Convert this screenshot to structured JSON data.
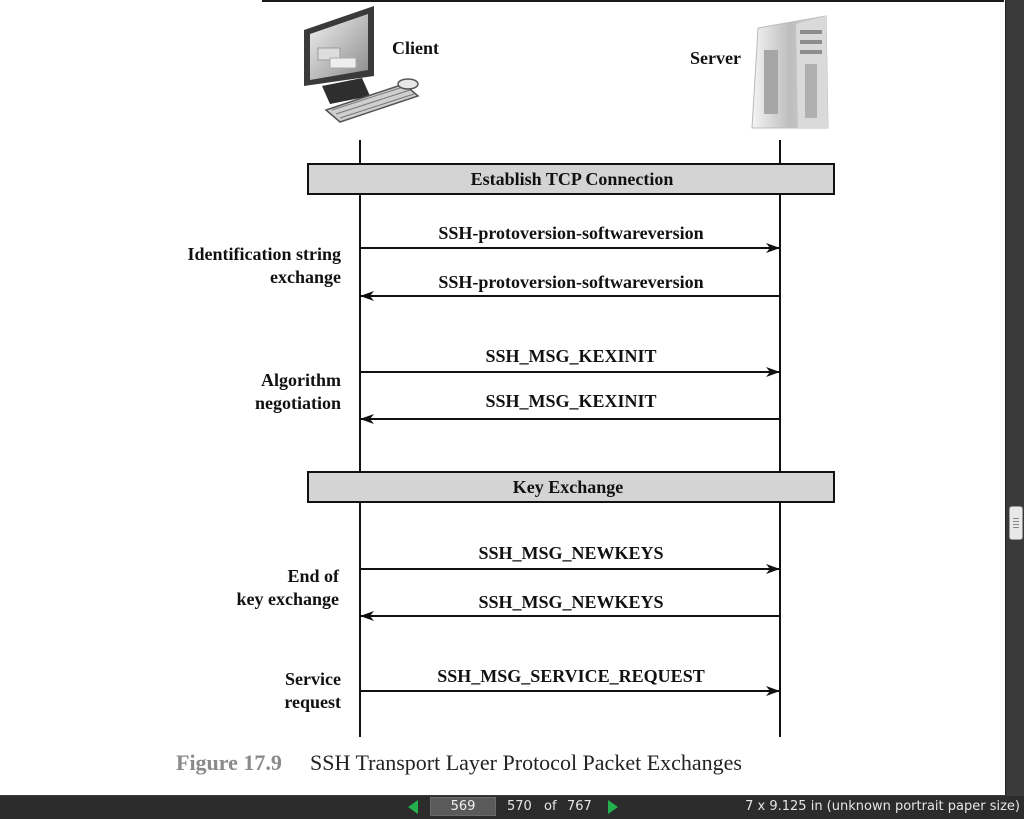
{
  "diagram": {
    "client_label": "Client",
    "server_label": "Server",
    "bars": [
      {
        "label": "Establish TCP Connection"
      },
      {
        "label": "Key Exchange"
      }
    ],
    "phases": [
      {
        "line1": "Identification string",
        "line2": "exchange"
      },
      {
        "line1": "Algorithm",
        "line2": "negotiation"
      },
      {
        "line1": "End of",
        "line2": "key exchange"
      },
      {
        "line1": "Service",
        "line2": "request"
      }
    ],
    "messages": [
      {
        "label": "SSH-protoversion-softwareversion",
        "direction": "client-to-server"
      },
      {
        "label": "SSH-protoversion-softwareversion",
        "direction": "server-to-client"
      },
      {
        "label": "SSH_MSG_KEXINIT",
        "direction": "client-to-server"
      },
      {
        "label": "SSH_MSG_KEXINIT",
        "direction": "server-to-client"
      },
      {
        "label": "SSH_MSG_NEWKEYS",
        "direction": "client-to-server"
      },
      {
        "label": "SSH_MSG_NEWKEYS",
        "direction": "server-to-client"
      },
      {
        "label": "SSH_MSG_SERVICE_REQUEST",
        "direction": "client-to-server"
      }
    ],
    "caption": {
      "figure": "Figure 17.9",
      "title": "SSH Transport Layer Protocol Packet Exchanges"
    }
  },
  "toolbar": {
    "current_page": "569",
    "total_pages": "570",
    "of_label": "of",
    "page_count": "767",
    "paper_size": "7 x 9.125 in (unknown portrait paper size)"
  },
  "icons": {
    "client": "desktop-computer-icon",
    "server": "server-tower-icon",
    "prev": "triangle-left-icon",
    "next": "triangle-right-icon"
  },
  "colors": {
    "bar_fill": "#d4d4d4",
    "caption_figure": "#8a8a8a",
    "nav_arrow": "#22b14c",
    "toolbar_bg": "#2c2c2c"
  }
}
